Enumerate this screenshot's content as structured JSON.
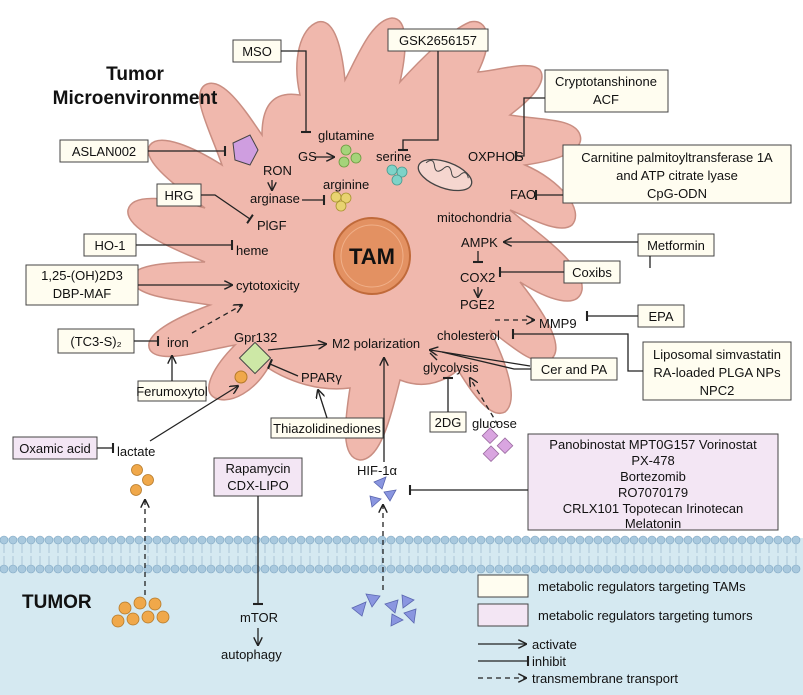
{
  "title": {
    "line1": "Tumor",
    "line2": "Microenvironment"
  },
  "tam_label": "TAM",
  "tumor_label": "TUMOR",
  "colors": {
    "cell_fill": "#f0b8ad",
    "cell_stroke": "#c98e82",
    "membrane_bg": "#d5e9f1",
    "nucleus": "#e39162",
    "cream_box": "#fffdf0",
    "pink_box": "#f3e6f4",
    "purple_shape": "#cf9ee0",
    "green_shape": "#cde8a6",
    "orange_dot": "#f0a84a",
    "teal_dot": "#7ed3c8",
    "yellow_dot": "#e8d370",
    "green_dot": "#a5d47a",
    "blue_triangle": "#8a96e0"
  },
  "regulators": {
    "mso": "MSO",
    "gsk": "GSK2656157",
    "crypto": [
      "Cryptotanshinone",
      "ACF"
    ],
    "aslan": "ASLAN002",
    "carnitine": [
      "Carnitine palmitoyltransferase 1A",
      "and ATP citrate lyase",
      "CpG-ODN"
    ],
    "hrg": "HRG",
    "ho1": "HO-1",
    "vitd": [
      "1,25-(OH)2D3",
      "DBP-MAF"
    ],
    "metformin": "Metformin",
    "coxibs": "Coxibs",
    "tc3s": "(TC3-S)₂",
    "epa": "EPA",
    "ferumoxytol": "Ferumoxytol",
    "simva": [
      "Liposomal simvastatin",
      "RA-loaded PLGA NPs",
      "NPC2"
    ],
    "cerpa": "Cer and PA",
    "tzd": "Thiazolidinediones",
    "dg": "2DG",
    "oxamic": "Oxamic acid",
    "rapa": [
      "Rapamycin",
      "CDX-LIPO"
    ],
    "pano": [
      "Panobinostat MPT0G157 Vorinostat",
      "PX-478",
      "Bortezomib",
      "RO7070179",
      "CRLX101 Topotecan Irinotecan",
      "Melatonin"
    ]
  },
  "metabolites": {
    "glutamine": "glutamine",
    "gs": "GS",
    "serine": "serine",
    "oxphos": "OXPHOS",
    "ron": "RON",
    "arginase": "arginase",
    "arginine": "arginine",
    "fao": "FAO",
    "plgf": "PlGF",
    "mitochondria": "mitochondria",
    "heme": "heme",
    "ampk": "AMPK",
    "cytotoxicity": "cytotoxicity",
    "cox2": "COX2",
    "pge2": "PGE2",
    "iron": "iron",
    "gpr132": "Gpr132",
    "m2": "M2 polarization",
    "cholesterol": "cholesterol",
    "mmp9": "MMP9",
    "ppar": "PPARγ",
    "glycolysis": "glycolysis",
    "lactate": "lactate",
    "glucose": "glucose",
    "hif": "HIF-1α",
    "mtor": "mTOR",
    "autophagy": "autophagy"
  },
  "legend": {
    "tams": "metabolic regulators targeting TAMs",
    "tumors": "metabolic regulators targeting tumors",
    "activate": "activate",
    "inhibit": "inhibit",
    "transport": "transmembrane transport"
  }
}
